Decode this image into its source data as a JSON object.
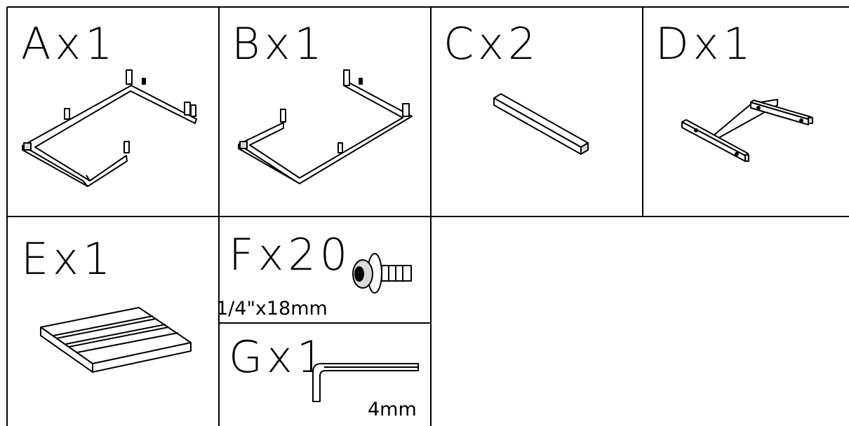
{
  "parts": [
    {
      "id": "A",
      "label": "Ax1"
    },
    {
      "id": "B",
      "label": "Bx1"
    },
    {
      "id": "C",
      "label": "Cx2"
    },
    {
      "id": "D",
      "label": "Dx1"
    },
    {
      "id": "E",
      "label": "Ex1"
    },
    {
      "id": "F",
      "label": "Fx20",
      "spec": "1/4\"x18mm"
    },
    {
      "id": "G",
      "label": "Gx1",
      "spec": "4mm"
    }
  ]
}
